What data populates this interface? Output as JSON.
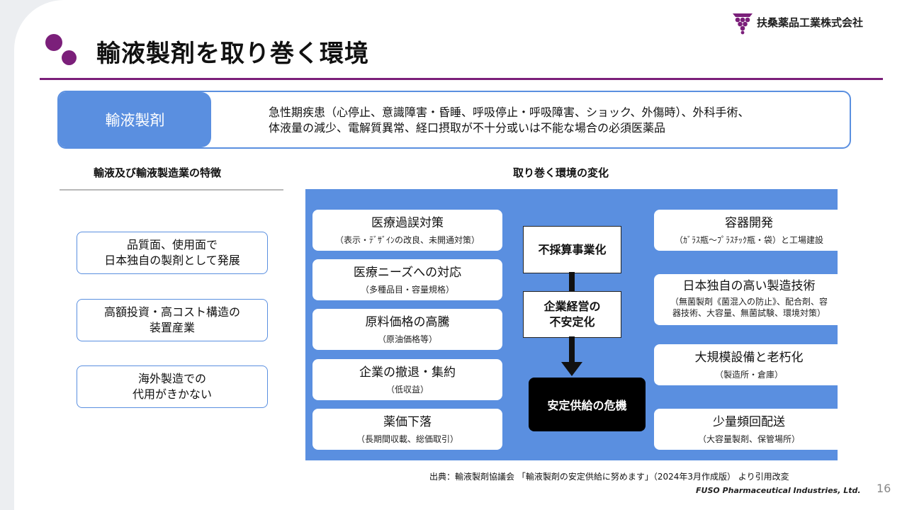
{
  "header": {
    "title": "輸液製剤を取り巻く環境",
    "company": "扶桑薬品工業株式会社"
  },
  "definition": {
    "label": "輸液製剤",
    "line1": "急性期疾患（心停止、意識障害・昏睡、呼吸停止・呼吸障害、ショック、外傷時）、外科手術、",
    "line2": "体液量の減少、電解質異常、経口摂取が不十分或いは不能な場合の必須医薬品"
  },
  "left": {
    "heading": "輸液及び輸液製造業の特徴",
    "items": [
      {
        "line1": "品質面、使用面で",
        "line2": "日本独自の製剤として発展"
      },
      {
        "line1": "高額投資・高コスト構造の",
        "line2": "装置産業"
      },
      {
        "line1": "海外製造での",
        "line2": "代用がきかない"
      }
    ]
  },
  "right": {
    "heading": "取り巻く環境の変化",
    "left_col": [
      {
        "main": "医療過誤対策",
        "sub": "（表示・ﾃﾞｻﾞｲﾝの改良、未開通対策）"
      },
      {
        "main": "医療ニーズへの対応",
        "sub": "（多種品目・容量規格）"
      },
      {
        "main": "原料価格の高騰",
        "sub": "（原油価格等）"
      },
      {
        "main": "企業の撤退・集約",
        "sub": "（低収益）"
      },
      {
        "main": "薬価下落",
        "sub": "（長期間収載、総価取引）"
      }
    ],
    "center": {
      "box1": "不採算事業化",
      "box2_line1": "企業経営の",
      "box2_line2": "不安定化",
      "crisis": "安定供給の危機"
    },
    "right_col": [
      {
        "main": "容器開発",
        "sub1": "（ｶﾞﾗｽ瓶～ﾌﾟﾗｽﾁｯｸ瓶・袋）と工場建設",
        "sub2": ""
      },
      {
        "main": "日本独自の高い製造技術",
        "sub1": "（無菌製剤《菌混入の防止》、配合剤、容",
        "sub2": "器技術、大容量、無菌試験、環境対策）"
      },
      {
        "main": "大規模設備と老朽化",
        "sub1": "（製造所・倉庫）",
        "sub2": ""
      },
      {
        "main": "少量頻回配送",
        "sub1": "（大容量製剤、保管場所）",
        "sub2": ""
      }
    ]
  },
  "footer": {
    "source": "出典：輸液製剤協議会 「輸液製剤の安定供給に努めます」（2024年3月作成版） より引用改変",
    "brand": "FUSO Pharmaceutical Industries, Ltd.",
    "page": "16"
  },
  "colors": {
    "accent_purple": "#7b1f7a",
    "panel_blue": "#5a8fe0"
  }
}
